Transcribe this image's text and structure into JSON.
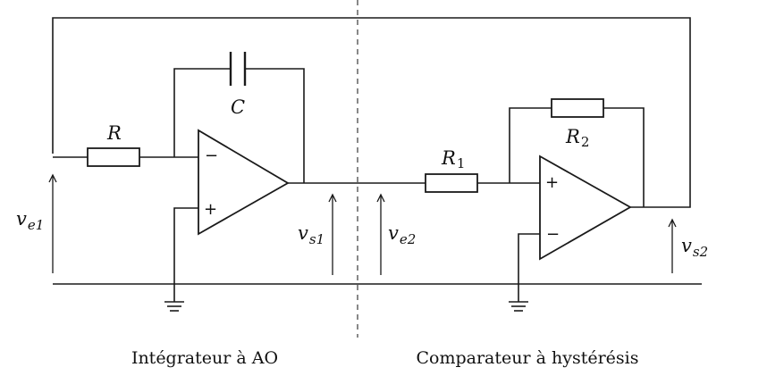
{
  "components": {
    "resistor_r": {
      "name": "R",
      "sub": ""
    },
    "capacitor_c": {
      "name": "C",
      "sub": ""
    },
    "resistor_r1": {
      "name": "R",
      "sub": "1"
    },
    "resistor_r2": {
      "name": "R",
      "sub": "2"
    }
  },
  "voltages": {
    "ve1": {
      "name": "v",
      "sub": "e1"
    },
    "vs1": {
      "name": "v",
      "sub": "s1"
    },
    "ve2": {
      "name": "v",
      "sub": "e2"
    },
    "vs2": {
      "name": "v",
      "sub": "s2"
    }
  },
  "opamp_inputs": {
    "left": {
      "top": "−",
      "bottom": "+"
    },
    "right": {
      "top": "+",
      "bottom": "−"
    }
  },
  "captions": {
    "left": "Intégrateur à AO",
    "right": "Comparateur à hystérésis"
  }
}
